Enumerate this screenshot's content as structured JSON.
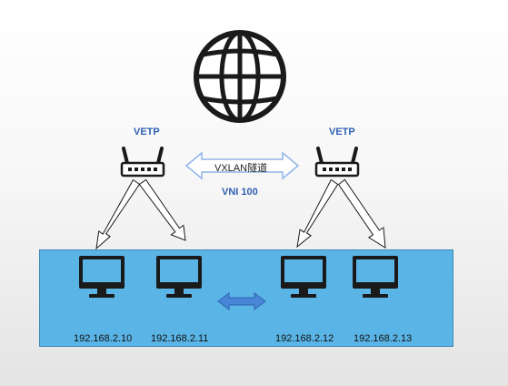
{
  "diagram": {
    "vtep_left": "VETP",
    "vtep_right": "VETP",
    "tunnel_label": "VXLAN隧道",
    "vni_label": "VNI 100",
    "hosts": [
      {
        "ip": "192.168.2.10"
      },
      {
        "ip": "192.168.2.11"
      },
      {
        "ip": "192.168.2.12"
      },
      {
        "ip": "192.168.2.13"
      }
    ],
    "colors": {
      "lan_fill": "#5ab5e6",
      "lan_border": "#3f88b8",
      "label_blue": "#2f5fb3",
      "tunnel_arrow": "#8fb4e8",
      "lan_arrow": "#4a86d8"
    },
    "icons": [
      "globe-icon",
      "router-icon",
      "monitor-icon"
    ]
  }
}
